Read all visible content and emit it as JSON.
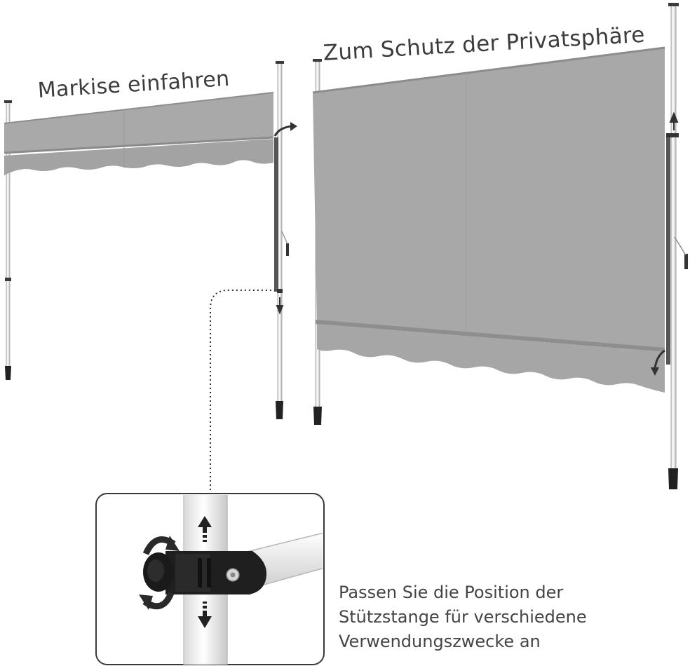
{
  "labels": {
    "retract": "Markise einfahren",
    "privacy": "Zum Schutz der Privatsphäre"
  },
  "caption": {
    "line1": "Passen Sie die Position der",
    "line2": "Stützstange für verschiedene",
    "line3": "Verwendungszwecke an"
  },
  "colors": {
    "fabric": "#a6a6a6",
    "fabric_light": "#b1b1b1",
    "pole": "#f2f2f2",
    "dark": "#2b2b2b",
    "text": "#3c3c3c"
  },
  "icons": [
    "rotate-icon",
    "arrow-up-icon",
    "arrow-down-icon",
    "curved-arrow-icon"
  ]
}
